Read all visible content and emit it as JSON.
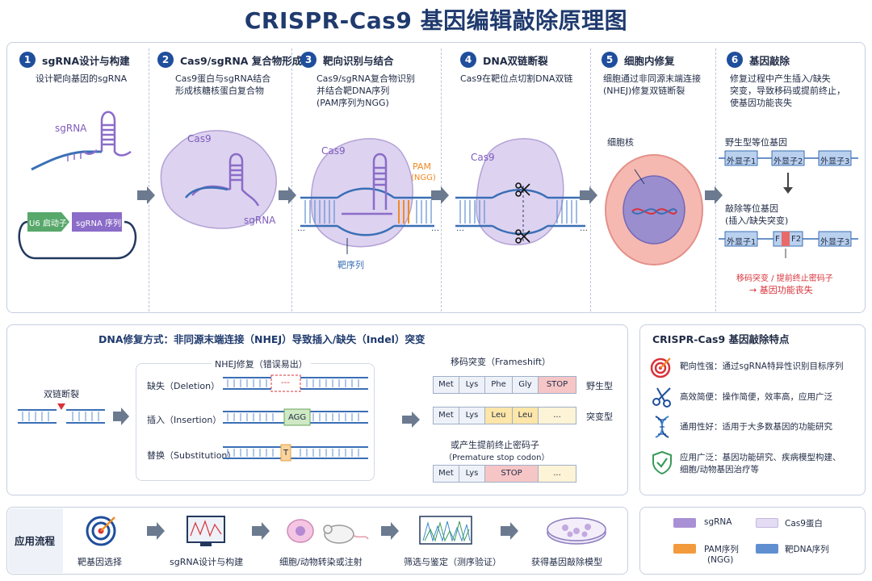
{
  "title": "CRISPR-Cas9 基因编辑敲除原理图",
  "steps": [
    {
      "num": "1",
      "title": "sgRNA设计与构建",
      "desc": [
        "设计靶向基因的sgRNA"
      ]
    },
    {
      "num": "2",
      "title": "Cas9/sgRNA 复合物形成",
      "desc": [
        "Cas9蛋白与sgRNA结合",
        "形成核糖核蛋白复合物"
      ]
    },
    {
      "num": "3",
      "title": "靶向识别与结合",
      "desc": [
        "Cas9/sgRNA复合物识别",
        "并结合靶DNA序列",
        "(PAM序列为NGG)"
      ]
    },
    {
      "num": "4",
      "title": "DNA双链断裂",
      "desc": [
        "Cas9在靶位点切割DNA双链"
      ]
    },
    {
      "num": "5",
      "title": "细胞内修复",
      "desc": [
        "细胞通过非同源末端连接",
        "(NHEJ)修复双链断裂"
      ]
    },
    {
      "num": "6",
      "title": "基因敲除",
      "desc": [
        "修复过程中产生插入/缺失",
        "突变，导致移码或提前终止，",
        "使基因功能丧失"
      ]
    }
  ],
  "labels": {
    "sgrna": "sgRNA",
    "u6": "U6 启动子",
    "sgrna_seq": "sgRNA 序列",
    "cas9": "Cas9",
    "pam": "PAM",
    "ngg": "(NGG)",
    "target_seq": "靶序列",
    "nucleus": "细胞核",
    "wt_allele": "野生型等位基因",
    "ko_allele": "敲除等位基因",
    "ko_allele_sub": "(插入/缺失突变)",
    "exon1": "外显子1",
    "exon2": "外显子2",
    "exon3": "外显子3",
    "f": "F",
    "f2": "F2",
    "ko_result1": "移码突变 / 提前终止密码子",
    "ko_result2": "→ 基因功能丧失",
    "dots": "..."
  },
  "repair": {
    "title": "DNA修复方式：非同源末端连接（NHEJ）导致插入/缺失（Indel）突变",
    "dsb": "双链断裂",
    "nhej_box": "NHEJ修复（错误易出）",
    "deletion": "缺失（Deletion）",
    "insertion": "插入（Insertion）",
    "substitution": "替换（Substitution）",
    "del_mark": "---",
    "ins_mark": "AGG",
    "sub_mark": "T",
    "frameshift": "移码突变（Frameshift）",
    "wild": "野生型",
    "mutant": "突变型",
    "premature1": "或产生提前终止密码子",
    "premature2": "（Premature stop codon）",
    "row_wt": [
      "Met",
      "Lys",
      "Phe",
      "Gly",
      "STOP"
    ],
    "row_mut": [
      "Met",
      "Lys",
      "Leu",
      "Leu",
      "..."
    ],
    "row_stop": [
      "Met",
      "Lys",
      "STOP",
      "..."
    ]
  },
  "features": {
    "title": "CRISPR-Cas9 基因敲除特点",
    "items": [
      {
        "icon": "target-icon",
        "text": [
          "靶向性强：通过sgRNA特异性识别目标序列"
        ]
      },
      {
        "icon": "scissors-icon",
        "text": [
          "高效简便：操作简便，效率高，应用广泛"
        ]
      },
      {
        "icon": "dna-icon",
        "text": [
          "通用性好：适用于大多数基因的功能研究"
        ]
      },
      {
        "icon": "shield-check-icon",
        "text": [
          "应用广泛：基因功能研究、疾病模型构建、",
          "细胞/动物基因治疗等"
        ]
      }
    ]
  },
  "workflow": {
    "title": "应用流程",
    "steps": [
      "靶基因选择",
      "sgRNA设计与构建",
      "细胞/动物转染或注射",
      "筛选与鉴定（测序验证）",
      "获得基因敲除模型"
    ]
  },
  "legend": [
    {
      "label": "sgRNA",
      "color": "#a990d4"
    },
    {
      "label": "Cas9蛋白",
      "color": "#e4dcf3"
    },
    {
      "label": "PAM序列",
      "label2": "(NGG)",
      "color": "#f39a3c"
    },
    {
      "label": "靶DNA序列",
      "color": "#5f8fd0"
    }
  ],
  "colors": {
    "navy": "#1f4e9c",
    "purple": "#7e5bbd",
    "dna": "#3a6fb5",
    "orange": "#f08a24",
    "red": "#d8323a"
  }
}
